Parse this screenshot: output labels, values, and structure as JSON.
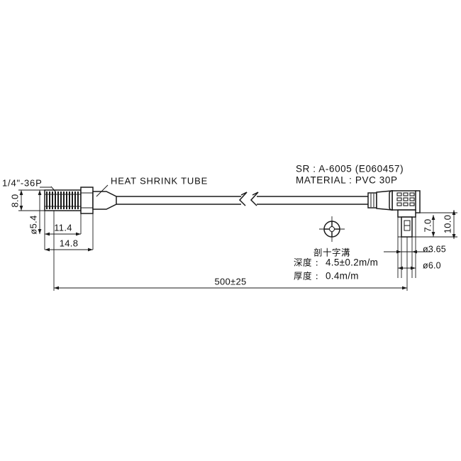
{
  "drawing": {
    "title": "cable assembly technical drawing",
    "background_color": "#ffffff",
    "line_color": "#1a1a1a",
    "notes": {
      "sr_spec": "SR : A-6005 (E060457)",
      "material_spec": "MATERIAL : PVC 30P"
    },
    "callouts": {
      "heat_shrink_tube": "HEAT SHRINK TUBE",
      "thread_spec": "1/4\"-36P"
    },
    "dimensions": {
      "left_connector_height": "8.0",
      "left_connector_diameter": "ø5.4",
      "thread_length": "11.4",
      "connector_total_length": "14.8",
      "overall_length": "500±25",
      "right_pin_length": "7.0",
      "right_body_height": "10.0",
      "right_pin_diameter": "ø3.65",
      "right_body_diameter": "ø6.0"
    },
    "groove_detail": {
      "caption": "剖十字溝",
      "depth_label": "深度",
      "depth_value": "4.5±0.2m/m",
      "thickness_label": "厚度",
      "thickness_value": "0.4m/m",
      "separator": ":"
    },
    "symbols": {
      "break_symbol": "cable-break-zigzag",
      "cross_groove": "cross-groove-section-symbol"
    }
  }
}
